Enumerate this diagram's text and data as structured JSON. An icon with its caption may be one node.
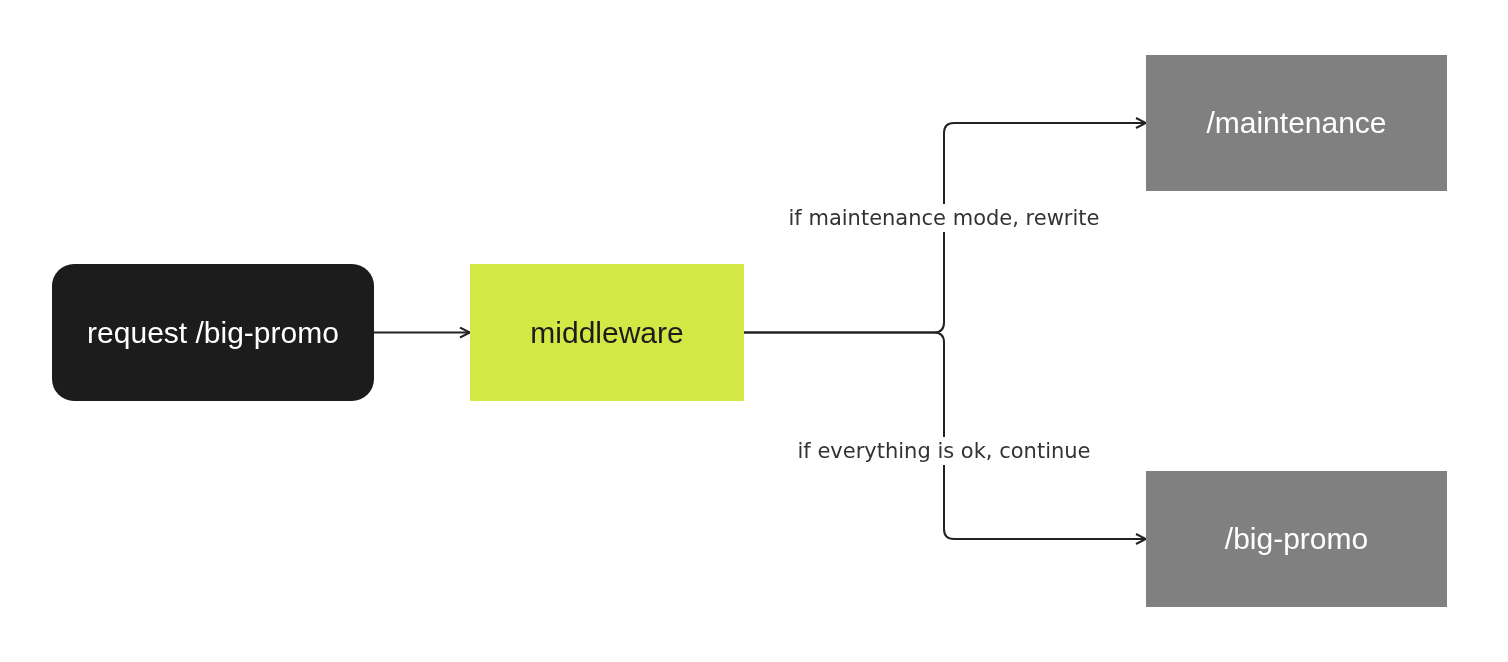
{
  "diagram": {
    "nodes": [
      {
        "text": [
          "request /big-promo"
        ]
      },
      {
        "text": [
          "middleware"
        ]
      },
      {
        "text": [
          "/maintenance"
        ]
      },
      {
        "text": [
          "/big-promo"
        ]
      }
    ],
    "edges": [
      {
        "from": 0,
        "to": 1,
        "arrow": "to"
      },
      {
        "from": 1,
        "to": 2,
        "arrow": "to",
        "label": "if maintenance mode, rewrite"
      },
      {
        "from": 1,
        "to": 3,
        "arrow": "to",
        "label": "if everything is ok, continue"
      }
    ]
  }
}
